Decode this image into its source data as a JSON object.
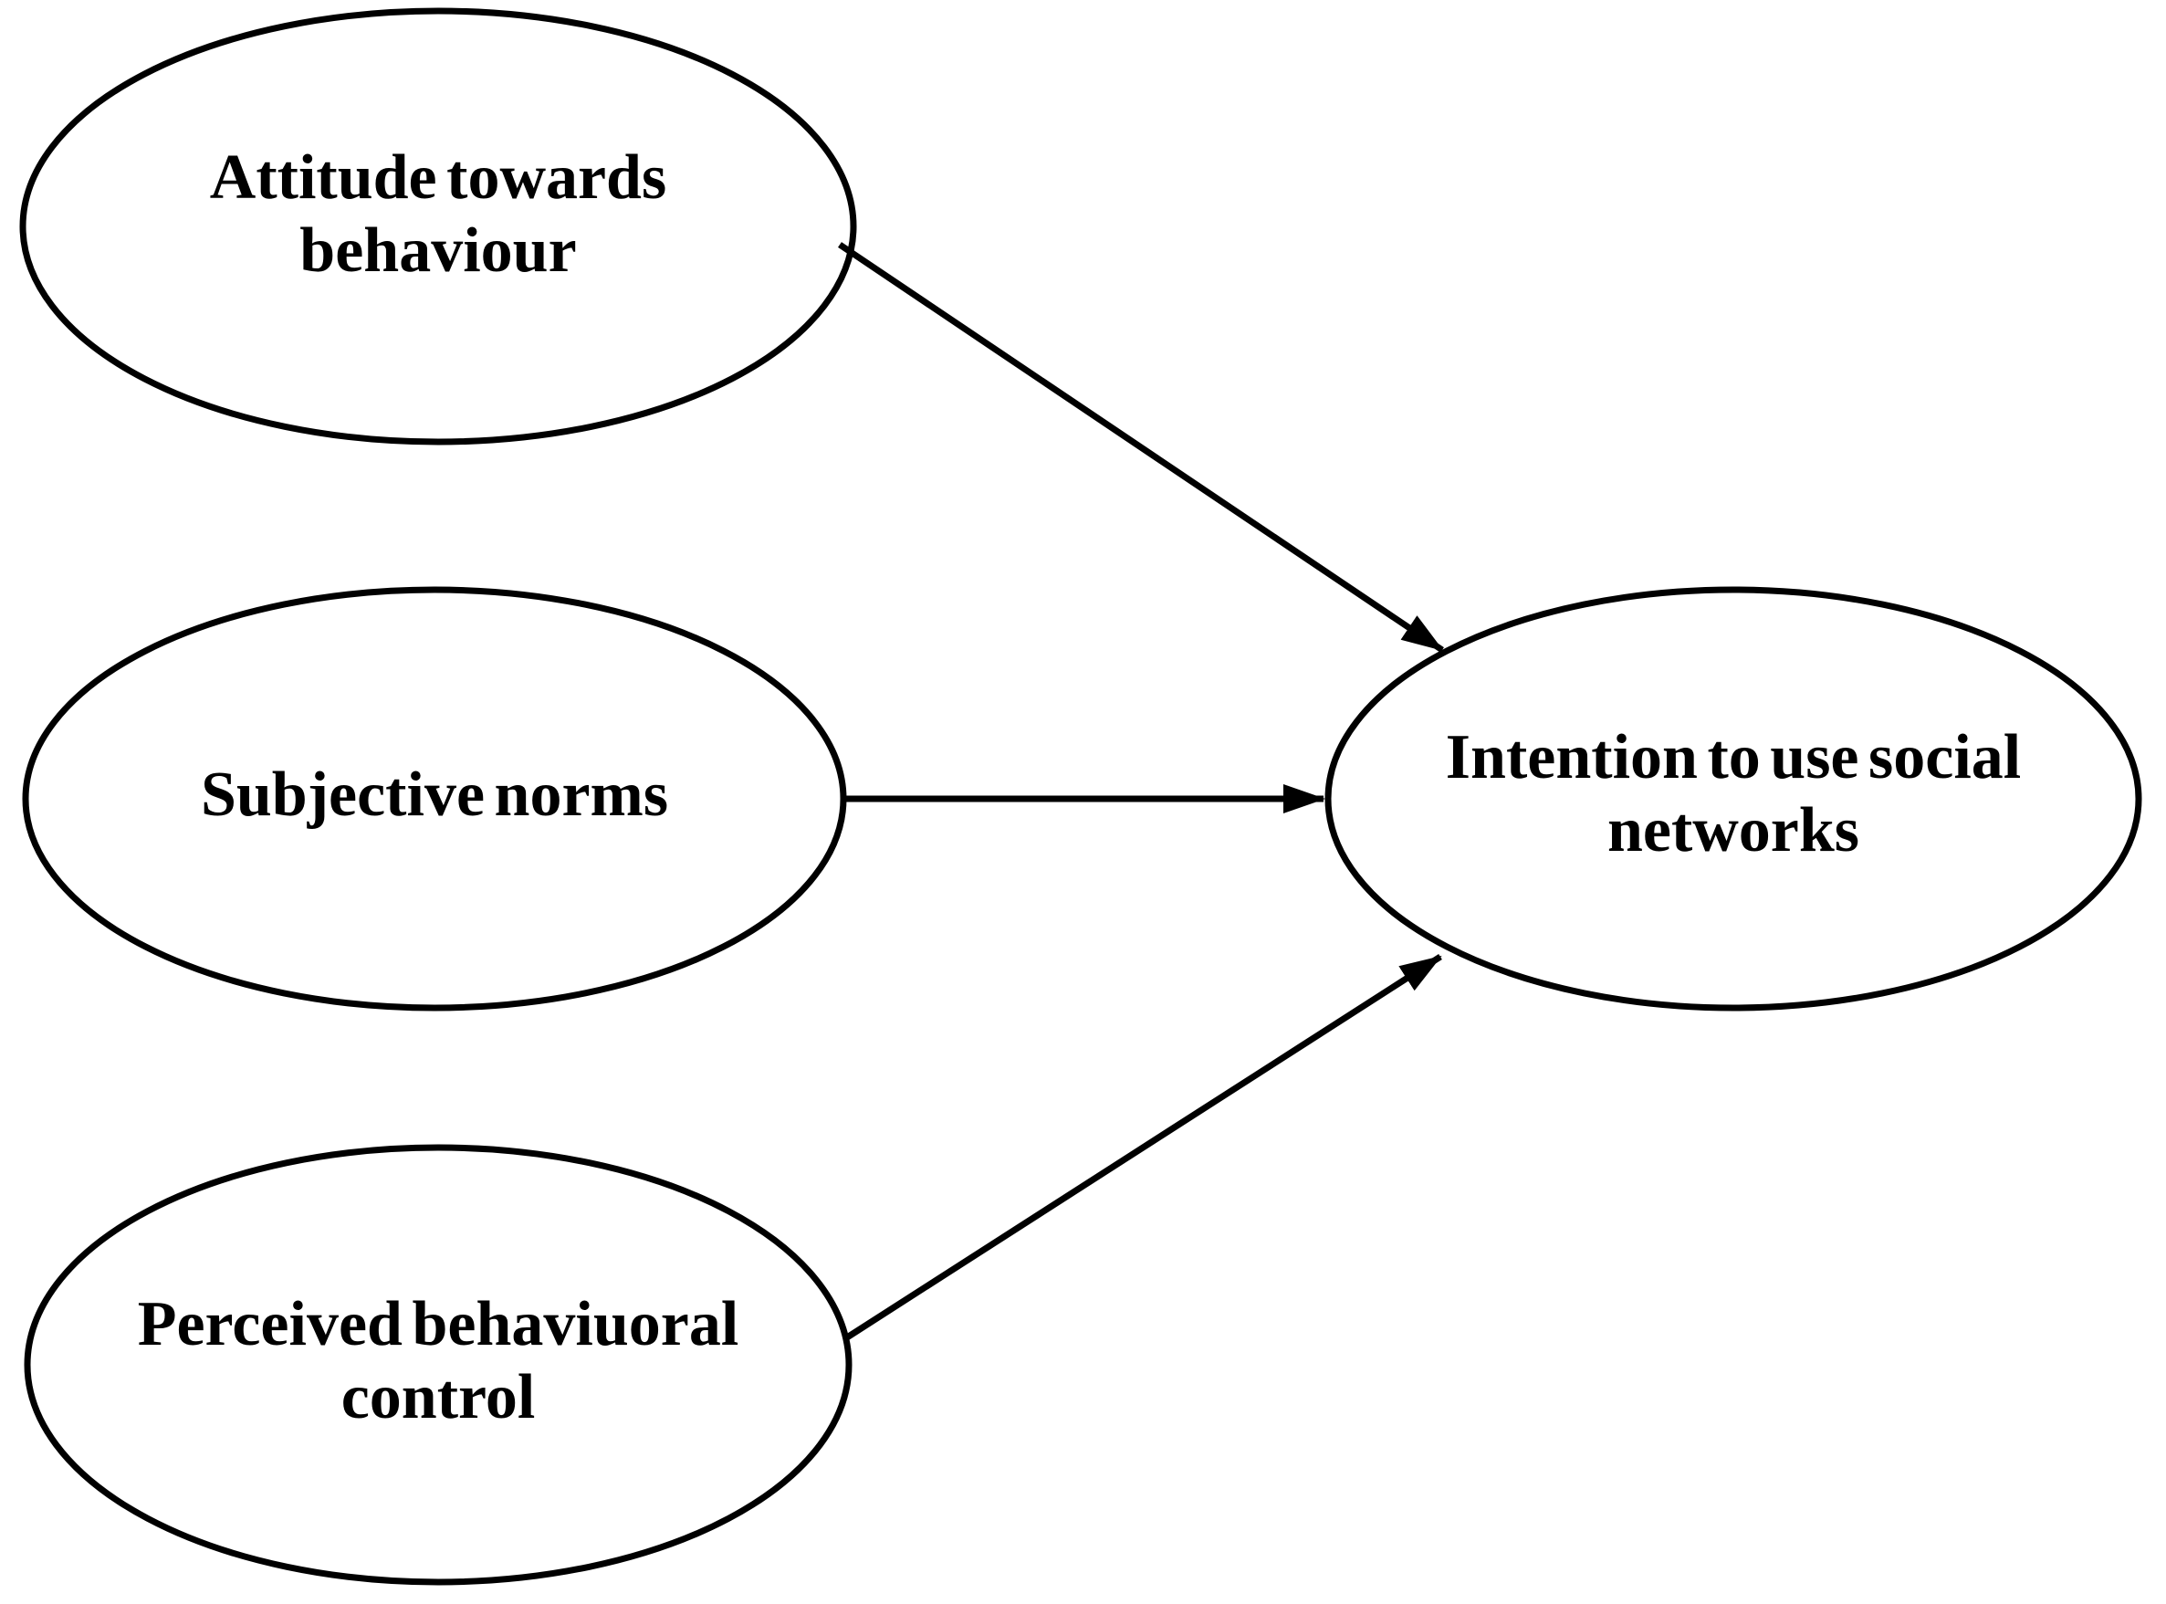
{
  "diagram": {
    "type": "concept-model",
    "background_color": "#ffffff",
    "stroke_color": "#000000",
    "text_color": "#000000",
    "nodes": [
      {
        "id": "attitude",
        "shape": "ellipse",
        "label": "Attitude towards behaviour"
      },
      {
        "id": "subjective",
        "shape": "ellipse",
        "label": "Subjective norms"
      },
      {
        "id": "perceived",
        "shape": "ellipse",
        "label": "Perceived behaviuoral control"
      },
      {
        "id": "intention",
        "shape": "ellipse",
        "label": "Intention to use social networks"
      }
    ],
    "edges": [
      {
        "from": "Attitude towards behaviour",
        "to": "Intention to use social networks",
        "style": "solid-arrow"
      },
      {
        "from": "Subjective norms",
        "to": "Intention to use social networks",
        "style": "solid-arrow"
      },
      {
        "from": "Perceived behaviuoral control",
        "to": "Intention to use social networks",
        "style": "solid-arrow"
      }
    ]
  }
}
